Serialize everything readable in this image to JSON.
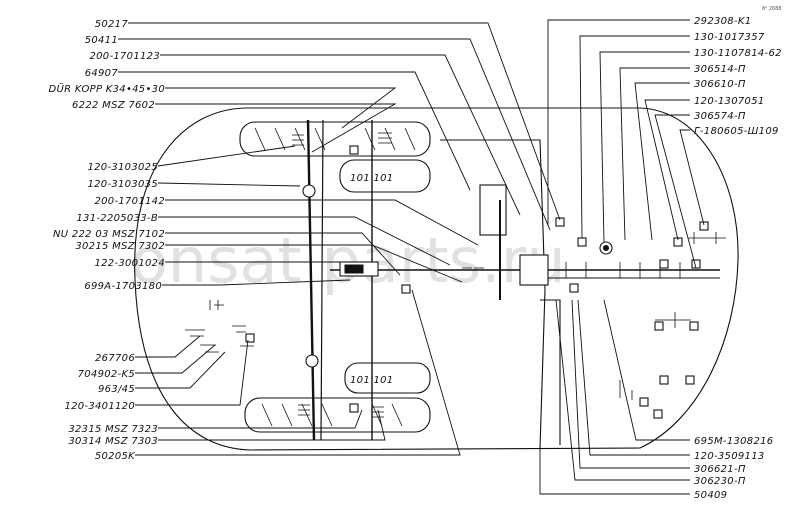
{
  "watermark": "onsat parts.ru",
  "page_mark": "8ᵃ 2688",
  "labels_left": [
    {
      "id": "l1",
      "text": "50217"
    },
    {
      "id": "l2",
      "text": "50411"
    },
    {
      "id": "l3",
      "text": "200-1701123"
    },
    {
      "id": "l4",
      "text": "64907"
    },
    {
      "id": "l5",
      "text": "DÜR KOPP K34•45•30"
    },
    {
      "id": "l6",
      "text": "6222 MSZ 7602"
    },
    {
      "id": "l7",
      "text": "120-3103025"
    },
    {
      "id": "l8",
      "text": "120-3103035"
    },
    {
      "id": "l9",
      "text": "200-1701142"
    },
    {
      "id": "l10",
      "text": "131-2205033-B"
    },
    {
      "id": "l11",
      "text": "NU 222 03 MSZ 7102"
    },
    {
      "id": "l12",
      "text": "30215 MSZ 7302"
    },
    {
      "id": "l13",
      "text": "122-3001024"
    },
    {
      "id": "l14",
      "text": "699A-1703180"
    },
    {
      "id": "l15",
      "text": "267706"
    },
    {
      "id": "l16",
      "text": "704902-K5"
    },
    {
      "id": "l17",
      "text": "963/45"
    },
    {
      "id": "l18",
      "text": "120-3401120"
    },
    {
      "id": "l19",
      "text": "32315 MSZ 7323"
    },
    {
      "id": "l20",
      "text": "30314 MSZ 7303"
    },
    {
      "id": "l21",
      "text": "50205K"
    }
  ],
  "labels_right": [
    {
      "id": "r1",
      "text": "292308-K1"
    },
    {
      "id": "r2",
      "text": "130-1017357"
    },
    {
      "id": "r3",
      "text": "130-1107814-62"
    },
    {
      "id": "r4",
      "text": "306514-П"
    },
    {
      "id": "r5",
      "text": "306610-П"
    },
    {
      "id": "r6",
      "text": "120-1307051"
    },
    {
      "id": "r7",
      "text": "306574-П"
    },
    {
      "id": "r8",
      "text": "Г-180605-Ш109"
    },
    {
      "id": "r9",
      "text": "695M-1308216"
    },
    {
      "id": "r10",
      "text": "120-3509113"
    },
    {
      "id": "r11",
      "text": "306621-П"
    },
    {
      "id": "r12",
      "text": "306230-П"
    },
    {
      "id": "r13",
      "text": "50409"
    }
  ]
}
